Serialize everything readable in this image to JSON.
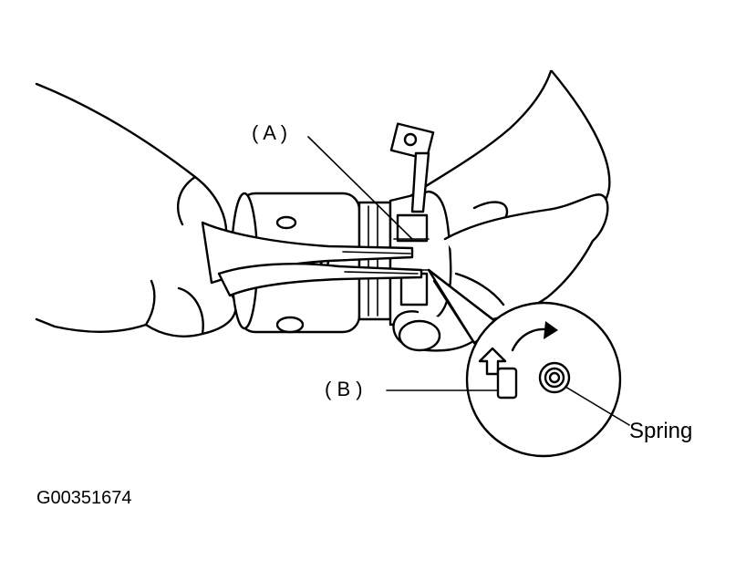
{
  "figure": {
    "figure_id": "G00351674",
    "labels": {
      "a": "( A )",
      "b": "( B )",
      "spring": "Spring"
    }
  },
  "colors": {
    "ink": "#000000",
    "paper": "#ffffff"
  },
  "icons": [
    "pliers-icon",
    "arrow-up-icon",
    "rotation-arrow-icon",
    "spring-icon"
  ]
}
